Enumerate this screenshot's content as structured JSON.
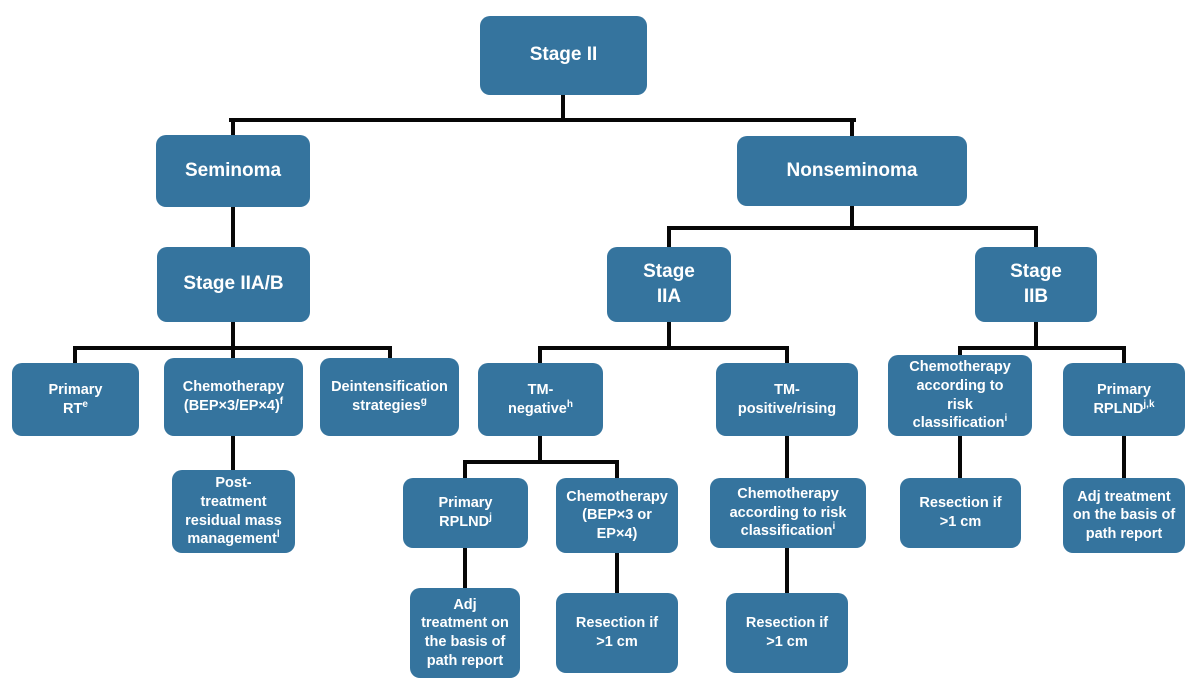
{
  "colors": {
    "node_fill": "#35749E",
    "node_text": "#FFFFFF",
    "connector": "#070707",
    "background": "#FFFFFF"
  },
  "nodes": {
    "stage_ii": {
      "label": "Stage II"
    },
    "seminoma": {
      "label": "Seminoma"
    },
    "nonseminoma": {
      "label": "Nonseminoma"
    },
    "stage_iiab": {
      "label": "Stage IIA/B"
    },
    "stage_iia": {
      "label": "Stage\nIIA"
    },
    "stage_iib": {
      "label": "Stage\nIIB"
    },
    "primary_rt": {
      "label": "Primary\nRT",
      "sup": "e"
    },
    "chemo_bep3_ep4": {
      "label": "Chemotherapy\n(BEP×3/EP×4)",
      "sup": "f"
    },
    "deintensification": {
      "label": "Deintensification\nstrategies",
      "sup": "g"
    },
    "tm_negative": {
      "label": "TM-\nnegative",
      "sup": "h"
    },
    "tm_positive": {
      "label": "TM-\npositive/rising"
    },
    "chemo_risk_iib": {
      "label": "Chemotherapy\naccording to\nrisk\nclassification",
      "sup": "i"
    },
    "primary_rplnd_jk": {
      "label": "Primary\nRPLND",
      "sup": "j,k"
    },
    "post_treatment": {
      "label": "Post-\ntreatment\nresidual mass\nmanagement",
      "sup": "l"
    },
    "primary_rplnd_j": {
      "label": "Primary\nRPLND",
      "sup": "j"
    },
    "chemo_bep3_or_ep4": {
      "label": "Chemotherapy\n(BEP×3 or\nEP×4)"
    },
    "chemo_risk_tm_pos": {
      "label": "Chemotherapy\naccording to risk\nclassification",
      "sup": "i"
    },
    "resection_iib": {
      "label": "Resection if\n>1 cm"
    },
    "adj_treatment_iib": {
      "label": "Adj treatment\non the basis of\npath report"
    },
    "adj_treatment_iia": {
      "label": "Adj\ntreatment on\nthe basis of\npath report"
    },
    "resection_chemo_iia": {
      "label": "Resection if\n>1 cm"
    },
    "resection_tm_pos": {
      "label": "Resection if\n>1 cm"
    }
  }
}
